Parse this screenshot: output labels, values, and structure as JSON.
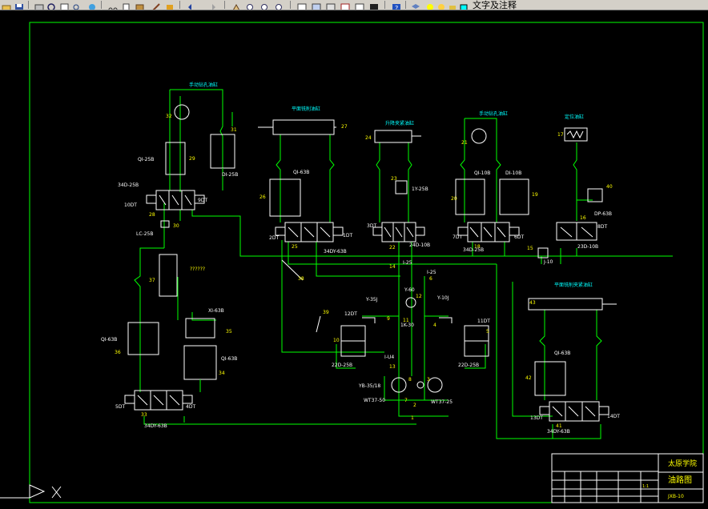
{
  "toolbar": {
    "layer_text": "文字及注释"
  },
  "colors": {
    "background": "#000000",
    "line": "#00ff00",
    "white": "#ffffff",
    "yellow": "#ffff00",
    "cyan": "#00ffff",
    "red": "#ff0000"
  },
  "labels": {
    "t_upper_left": "手动钻孔油缸",
    "t_upper_mid": "平面铣削油缸",
    "t_small": "升降夹紧油缸",
    "t_upper_right": "手动钻孔油缸",
    "t_far_right": "定位油缸",
    "t_lower_right": "平面铣削夹紧油缸",
    "n32": "32",
    "n31": "31",
    "n29": "29",
    "n28": "28",
    "n30": "30",
    "n27": "27",
    "n26": "26",
    "n25": "25",
    "n24": "24",
    "n23": "23",
    "n22": "22",
    "n21": "21",
    "n20": "20",
    "n19": "19",
    "n18": "18",
    "n17": "17",
    "n16": "16",
    "n15": "15",
    "n14": "14",
    "n13": "13",
    "n12": "12",
    "n11": "11",
    "n10": "10",
    "n9": "9",
    "n8": "8",
    "n7": "7",
    "n6": "6",
    "n5": "5",
    "n4": "4",
    "n3": "3",
    "n2": "2",
    "n1": "1",
    "n37": "37",
    "n36": "36",
    "n35": "35",
    "n34": "34",
    "n33": "33",
    "n38": "38",
    "n39": "39",
    "n40": "40",
    "n41": "41",
    "n42": "42",
    "n43": "43",
    "qi25b": "QI-25B",
    "di25b": "DI-25B",
    "v34d25b": "34D-25B",
    "dt10": "10DT",
    "dt9": "9DT",
    "lc25b": "LC-25B",
    "qi63b_a": "QI-63B",
    "dt2": "2DT",
    "dt1": "1DT",
    "v34dy63b": "34DY-63B",
    "y25b": "1Y-25B",
    "dt3": "3DT",
    "v24d10b": "24D-10B",
    "qi10b": "QI-10B",
    "di10b": "DI-10B",
    "dt7": "7DT",
    "dt6": "6DT",
    "v34d25b_b": "34D-25B",
    "dp63b": "DP-63B",
    "dt8": "8DT",
    "v23d10b": "23D-10B",
    "j10": "J-10",
    "i25a": "I-25",
    "i25b": "I-25",
    "y60": "Y-60",
    "y35j": "Y-35J",
    "y10j": "Y-10J",
    "dt12": "12DT",
    "dt11": "11DT",
    "v22d25b": "22D-25B",
    "v22d25b_b": "22D-25B",
    "ik30": "1K-30",
    "iu": "I-U4",
    "yb": "YB-35/18",
    "wt1": "WT37-50",
    "wt2": "WT37-25",
    "q7": "??????",
    "xi63b": "XI-63B",
    "qi63b_b": "QI-63B",
    "qi63b_c": "QI-63B",
    "dt5": "5DT",
    "dt4": "4DT",
    "v34dy63b_b": "34DY-63B",
    "qi63b_d": "QI-63B",
    "dt13": "13DT",
    "dt14": "14DT",
    "v34dy63b_c": "34DY-63B",
    "school": "太原学院",
    "drawing_title": "油路图",
    "drawing_no": "JXB-10",
    "scale": "1:1"
  }
}
